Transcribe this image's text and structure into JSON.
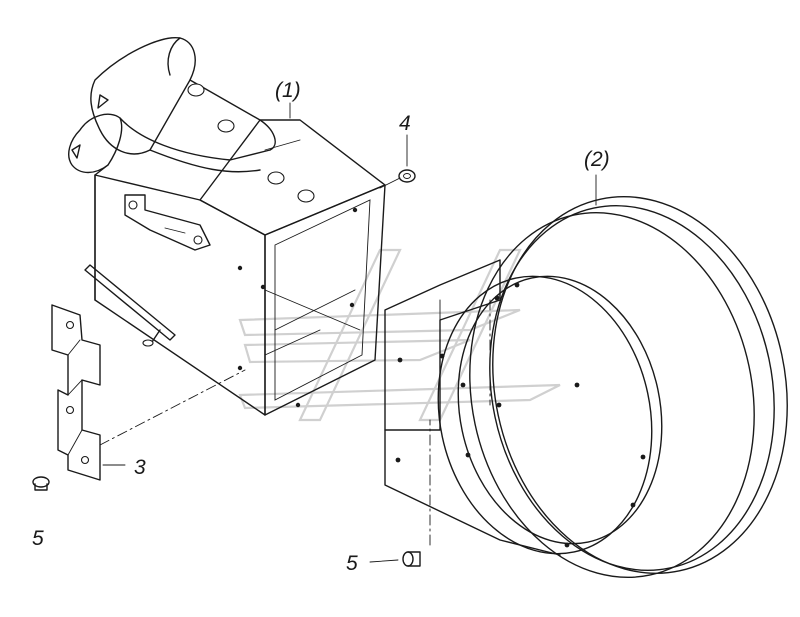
{
  "callouts": {
    "assembly_1": "(1)",
    "assembly_2": "(2)",
    "item_3": "3",
    "item_4": "4",
    "item_5_left": "5",
    "item_5_bottom": "5"
  },
  "colors": {
    "line": "#1a1a1a",
    "watermark": "#d0d0d0",
    "background": "#ffffff"
  }
}
